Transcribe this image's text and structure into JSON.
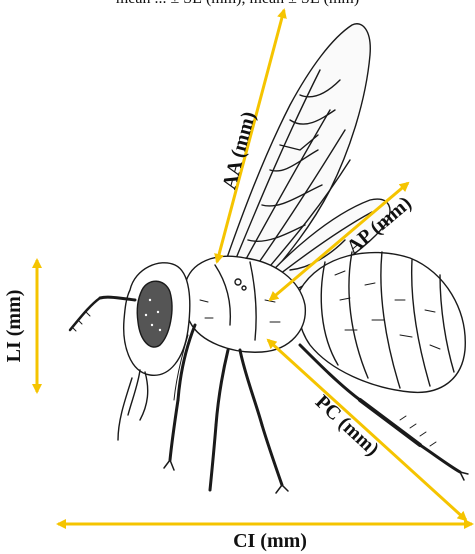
{
  "caption_fragment": "mean ... ± SE (mm), mean ± SE (mm)",
  "accent_color": "#F5C400",
  "measurements": {
    "wing_length": "AA (mm)",
    "wing_width": "AP (mm)",
    "leg_length": "PC (mm)",
    "head_width": "LI (mm)",
    "body_length": "CI (mm)"
  }
}
